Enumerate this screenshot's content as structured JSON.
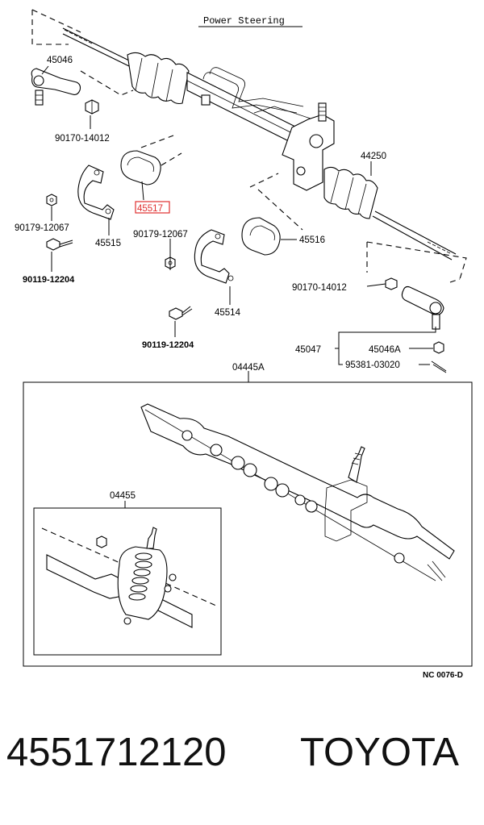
{
  "title": "Power Steering",
  "labels": {
    "p45046_top": "45046",
    "p90170_left": "90170-14012",
    "p90179_left": "90179-12067",
    "p45515": "45515",
    "p90119_left": "90119-12204",
    "p45517": "45517",
    "p90179_mid": "90179-12067",
    "p45514": "45514",
    "p90119_mid": "90119-12204",
    "p45516": "45516",
    "p44250": "44250",
    "p90170_right": "90170-14012",
    "p45047": "45047",
    "p45046A": "45046A",
    "p95381": "95381-03020",
    "p04445A": "04445A",
    "p04455": "04455",
    "code": "NC 0076-D"
  },
  "highlight_color": "#e03030",
  "footer": {
    "part_number": "4551712120",
    "brand": "TOYOTA"
  }
}
